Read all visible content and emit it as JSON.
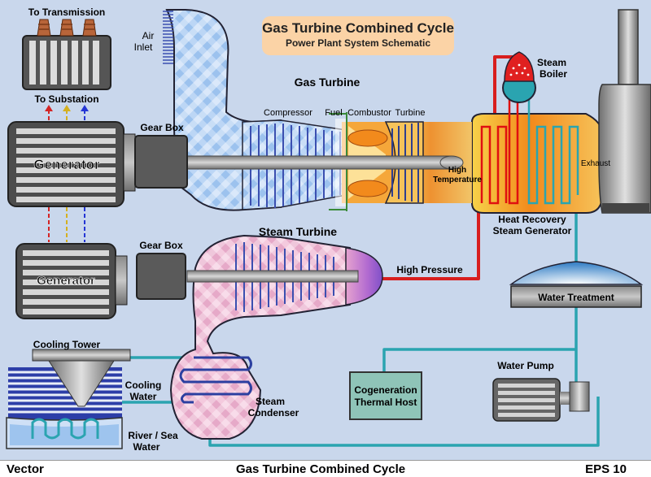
{
  "header": {
    "title": "Gas Turbine Combined Cycle",
    "subtitle": "Power Plant System Schematic"
  },
  "labels": {
    "to_transmission": "To Transmission",
    "to_substation": "To Substation",
    "air_inlet_1": "Air",
    "air_inlet_2": "Inlet",
    "gas_turbine": "Gas Turbine",
    "compressor": "Compressor",
    "fuel": "Fuel",
    "combustor": "Combustor",
    "turbine": "Turbine",
    "generator_top": "Generator",
    "generator_bottom": "Generator",
    "gear_box_top": "Gear Box",
    "gear_box_bottom": "Gear Box",
    "steam_boiler_1": "Steam",
    "steam_boiler_2": "Boiler",
    "high_temp_1": "High",
    "high_temp_2": "Temperature",
    "exhaust": "Exhaust",
    "hrsg_1": "Heat Recovery",
    "hrsg_2": "Steam Generator",
    "steam_turbine": "Steam Turbine",
    "high_pressure": "High Pressure",
    "water_treatment": "Water Treatment",
    "cooling_tower": "Cooling Tower",
    "cooling_water_1": "Cooling",
    "cooling_water_2": "Water",
    "steam_condenser_1": "Steam",
    "steam_condenser_2": "Condenser",
    "cogeneration_1": "Cogeneration",
    "cogeneration_2": "Thermal Host",
    "water_pump": "Water Pump",
    "river_1": "River / Sea",
    "river_2": "Water"
  },
  "footer": {
    "left": "Vector",
    "center": "Gas Turbine Combined Cycle",
    "right": "EPS 10"
  },
  "colors": {
    "background": "#c9d7ec",
    "duct_blue": "#a9c9f0",
    "steam_pink": "#f3c6dc",
    "pipe_red": "#e02020",
    "pipe_teal": "#2aa4b0",
    "machine_gray": "#6e6e6e",
    "flame_orange": "#f28a1c"
  }
}
